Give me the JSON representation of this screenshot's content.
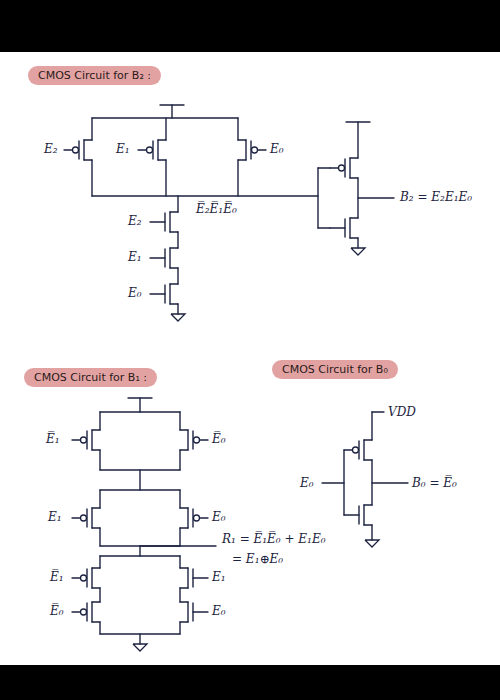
{
  "diagram": {
    "nodes": [
      {
        "text": [
          "CMOS Circuit for B₂ :"
        ]
      },
      {
        "text": [
          "CMOS Circuit for B₁ :"
        ]
      },
      {
        "text": [
          "CMOS Circuit for B₀"
        ]
      }
    ],
    "labels": [
      "E₂",
      "E₁",
      "E₀",
      "E̅₂E̅₁E̅₀",
      "E₂",
      "E₁",
      "E₀",
      "B₂ = E₂E₁E₀",
      "E̅₁",
      "E̅₀",
      "E₁",
      "E₀",
      "R₁ = E̅₁E̅₀ + E₁E₀",
      "= E₁⊕E₀",
      "E̅₁",
      "E̅₀",
      "E₁",
      "E₀",
      "VDD",
      "E₀",
      "B₀ = E̅₀"
    ]
  }
}
